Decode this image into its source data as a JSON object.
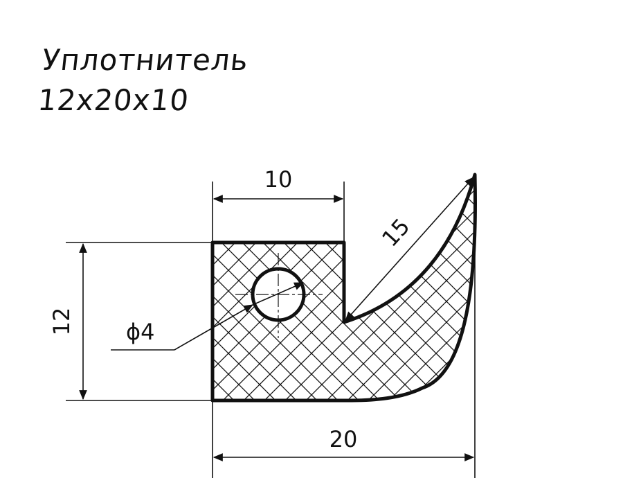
{
  "title": {
    "line1": "Уплотнитель",
    "line2": "12x20x10"
  },
  "dimensions": {
    "top_width": "10",
    "height": "12",
    "hole_diameter": "ϕ4",
    "radius": "15",
    "bottom_width": "20"
  },
  "colors": {
    "line": "#111111",
    "background": "#ffffff"
  }
}
